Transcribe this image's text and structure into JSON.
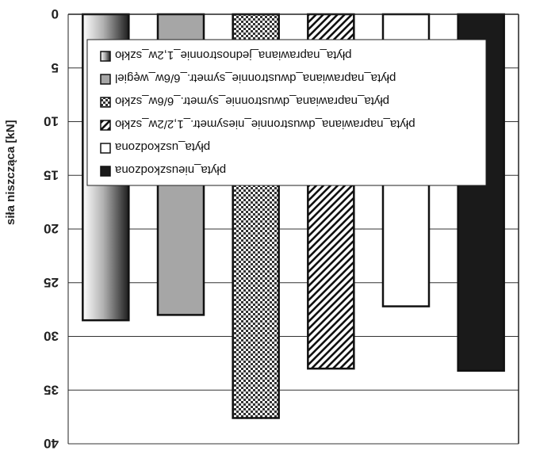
{
  "chart_data": {
    "type": "bar",
    "orientation": "rotated-180",
    "title": "",
    "xlabel": "",
    "ylabel": "siła niszcząca [kN]",
    "ylim": [
      0,
      40
    ],
    "yticks": [
      0,
      5,
      10,
      15,
      20,
      25,
      30,
      35,
      40
    ],
    "grid": true,
    "legend_position": "top-right",
    "series": [
      {
        "name": "płyta_nieuszkodzona",
        "value": 33.2,
        "fill": "#1a1a1a",
        "pattern": "solid-black"
      },
      {
        "name": "płyta_uszkodzona",
        "value": 27.2,
        "fill": "#ffffff",
        "pattern": "solid-white"
      },
      {
        "name": "płyta_naprawiana_dwustronnie_niesymetr._1,2/2w_szkło",
        "value": 33.0,
        "fill": "#ffffff",
        "pattern": "diagonal-hatch"
      },
      {
        "name": "płyta_naprawiana_dwustronnie_symetr._6/6w_szkło",
        "value": 37.6,
        "fill": "#ffffff",
        "pattern": "checker"
      },
      {
        "name": "płyta_naprawiana_dwustronnie_symetr._6/6w_węgiel",
        "value": 28.0,
        "fill": "#a6a6a6",
        "pattern": "solid-gray"
      },
      {
        "name": "płyta_naprawiana_jednostronnie_1,2w_szkło",
        "value": 28.5,
        "fill": "#888888",
        "pattern": "gradient"
      }
    ]
  }
}
